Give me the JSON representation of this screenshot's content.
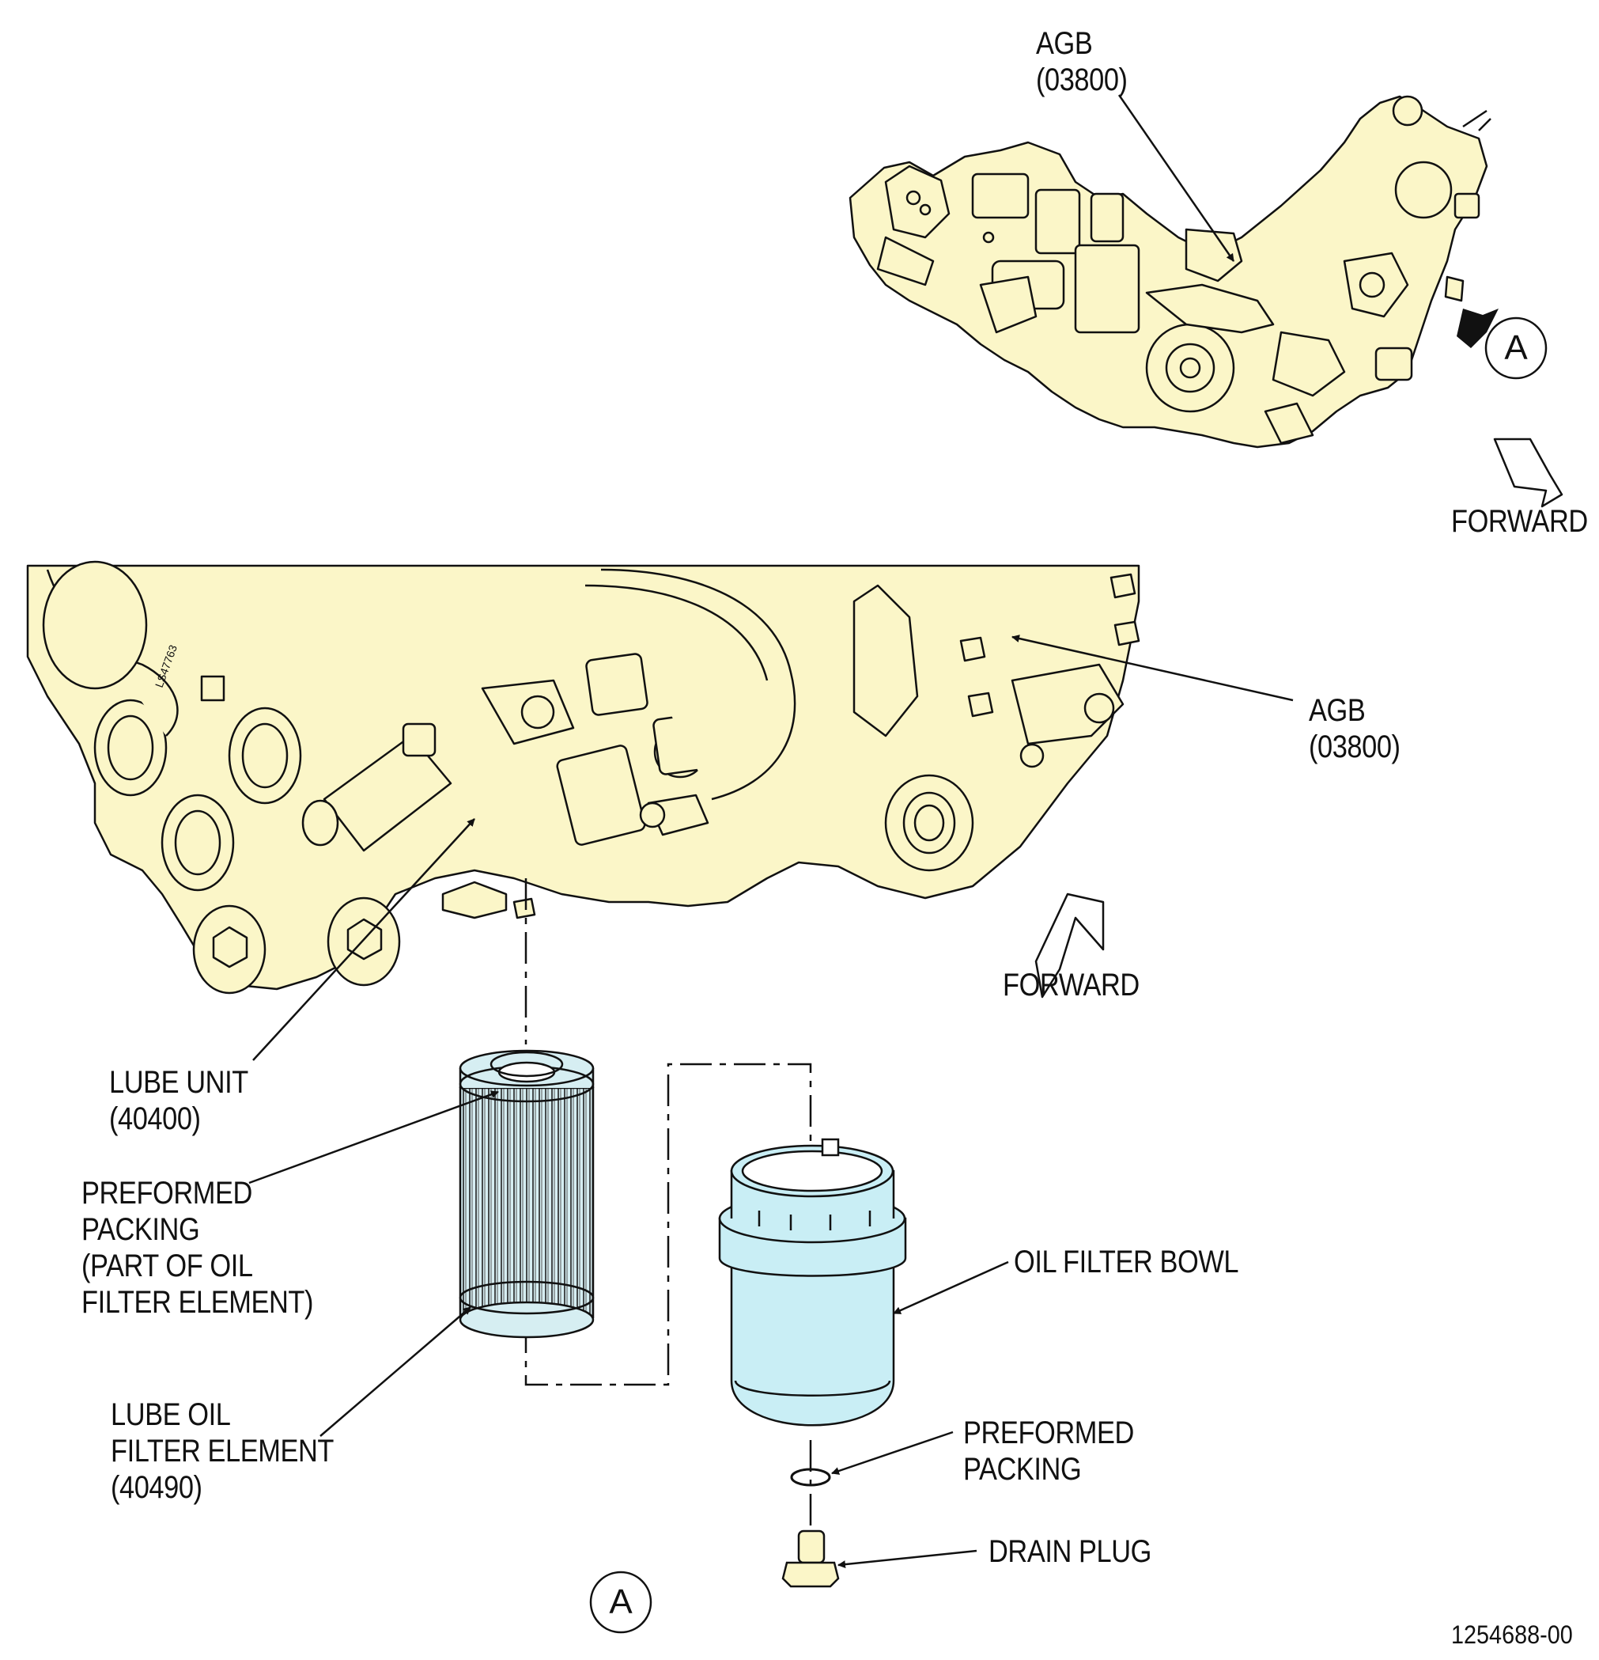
{
  "colors": {
    "engine_fill": "#fbf6c8",
    "bowl_fill": "#c9eef5",
    "element_fill": "#d6eef2",
    "line": "#111111"
  },
  "labels": {
    "agb_top": [
      "AGB",
      "(03800)"
    ],
    "agb_mid": [
      "AGB",
      "(03800)"
    ],
    "forward_top": "FORWARD",
    "forward_mid": "FORWARD",
    "view_marker_top": "A",
    "view_marker_bottom": "A",
    "lube_unit": [
      "LUBE UNIT",
      "(40400)"
    ],
    "preformed_packing_element": [
      "PREFORMED",
      "PACKING",
      "(PART OF OIL",
      "FILTER ELEMENT)"
    ],
    "lube_oil_filter_element": [
      "LUBE OIL",
      "FILTER ELEMENT",
      "(40490)"
    ],
    "oil_filter_bowl": "OIL FILTER BOWL",
    "preformed_packing": [
      "PREFORMED",
      "PACKING"
    ],
    "drain_plug": "DRAIN PLUG",
    "figure_number": "1254688-00"
  }
}
